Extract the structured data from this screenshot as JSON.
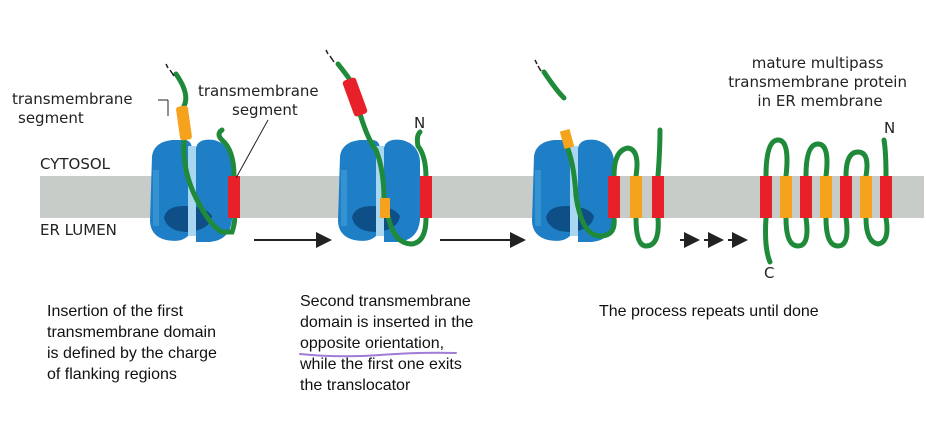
{
  "colors": {
    "membrane": "#c8ccc8",
    "translocator_dark": "#1f7fc6",
    "translocator_mid": "#3e9ad6",
    "translocator_light": "#a9d6f0",
    "translocator_inner": "#0d4f86",
    "chain": "#1f8a3a",
    "segment_red": "#e8202a",
    "segment_orange": "#f5a21c",
    "highlight_purple": "#a07cd8"
  },
  "labels": {
    "cytosol": "CYTOSOL",
    "er_lumen": "ER LUMEN",
    "tm_segment_left_line1": "transmembrane",
    "tm_segment_left_line2": "segment",
    "tm_segment_mid_line1": "transmembrane",
    "tm_segment_mid_line2": "segment",
    "mature_line1": "mature multipass",
    "mature_line2": "transmembrane protein",
    "mature_line3": "in ER membrane",
    "n_terminus_a": "N",
    "n_terminus_b": "N",
    "c_terminus": "C"
  },
  "captions": {
    "step1": [
      "Insertion of the first",
      "transmembrane domain",
      "is defined by the charge",
      "of flanking regions"
    ],
    "step2": [
      "Second transmembrane",
      "domain is inserted in the",
      "opposite orientation,",
      "while the first one exits",
      "the translocator"
    ],
    "step3": [
      "The process repeats until done"
    ]
  }
}
